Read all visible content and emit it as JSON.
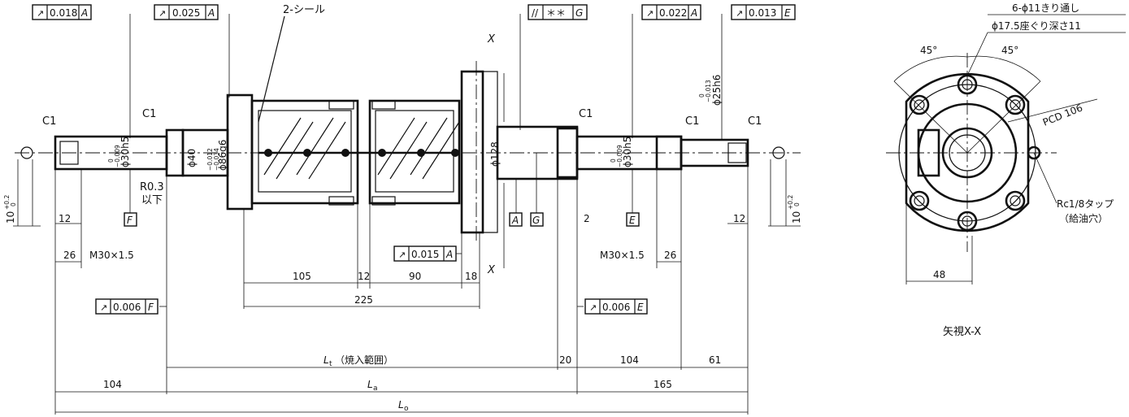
{
  "tolerance_frames": {
    "runout_a_left": {
      "value": "0.018",
      "datum": "A"
    },
    "runout_a_mid": {
      "value": "0.025",
      "datum": "A"
    },
    "parallel_g": {
      "value": "＊＊",
      "datum": "G"
    },
    "runout_a_right": {
      "value": "0.022",
      "datum": "A"
    },
    "runout_e": {
      "value": "0.013",
      "datum": "E"
    },
    "runout_flange": {
      "value": "0.015",
      "datum": "A"
    },
    "runout_f_low": {
      "value": "0.006",
      "datum": "F"
    },
    "runout_e_low": {
      "value": "0.006",
      "datum": "E"
    }
  },
  "datums": {
    "f": "F",
    "a": "A",
    "g": "G",
    "e": "E"
  },
  "notes": {
    "seal": "2-シール",
    "section_mark_top": "X",
    "section_mark_bottom": "X",
    "radius": "R0.3",
    "radius_sub": "以下",
    "view_title": "矢視X-X",
    "holes_line1": "6-ϕ11きり通し",
    "holes_line2": "ϕ17.5座ぐり深さ11",
    "pcd": "PCD 106",
    "tap_line1": "Rc1/8タップ",
    "tap_line2": "（給油穴）"
  },
  "chamfers": {
    "left": "C1",
    "mid": "C1",
    "right_mid": "C1",
    "right_end": "C1",
    "right": "C1"
  },
  "diameters": {
    "left_journal": "ϕ30h5",
    "left_journal_tol_top": "0",
    "left_journal_tol_bot": "−0.009",
    "d40": "ϕ40",
    "d86": "ϕ86g6",
    "d86_tol_top": "−0.012",
    "d86_tol_bot": "−0.034",
    "d128": "ϕ128",
    "right_journal": "ϕ30h5",
    "right_journal_tol_top": "0",
    "right_journal_tol_bot": "−0.009",
    "d25": "ϕ25h6",
    "d25_tol_top": "0",
    "d25_tol_bot": "−0.013"
  },
  "dimensions": {
    "left_end_height": "10",
    "left_end_height_tol_top": "+0.2",
    "left_end_height_tol_bot": "0",
    "left_12": "12",
    "left_26": "26",
    "left_thread": "M30×1.5",
    "right_2": "2",
    "right_thread": "M30×1.5",
    "right_26": "26",
    "right_12": "12",
    "right_end_height": "10",
    "right_end_height_tol_top": "+0.2",
    "right_end_height_tol_bot": "0",
    "nut_105": "105",
    "nut_12": "12",
    "nut_90": "90",
    "nut_18": "18",
    "nut_225": "225",
    "lt_label": "L",
    "lt_sub": "t",
    "lt_note": "（焼入範囲）",
    "d20": "20",
    "d104_right": "104",
    "d61": "61",
    "d104_left": "104",
    "la_label": "L",
    "la_sub": "a",
    "d165": "165",
    "lo_label": "L",
    "lo_sub": "o",
    "flange_45_left": "45°",
    "flange_45_right": "45°",
    "flange_48": "48"
  }
}
